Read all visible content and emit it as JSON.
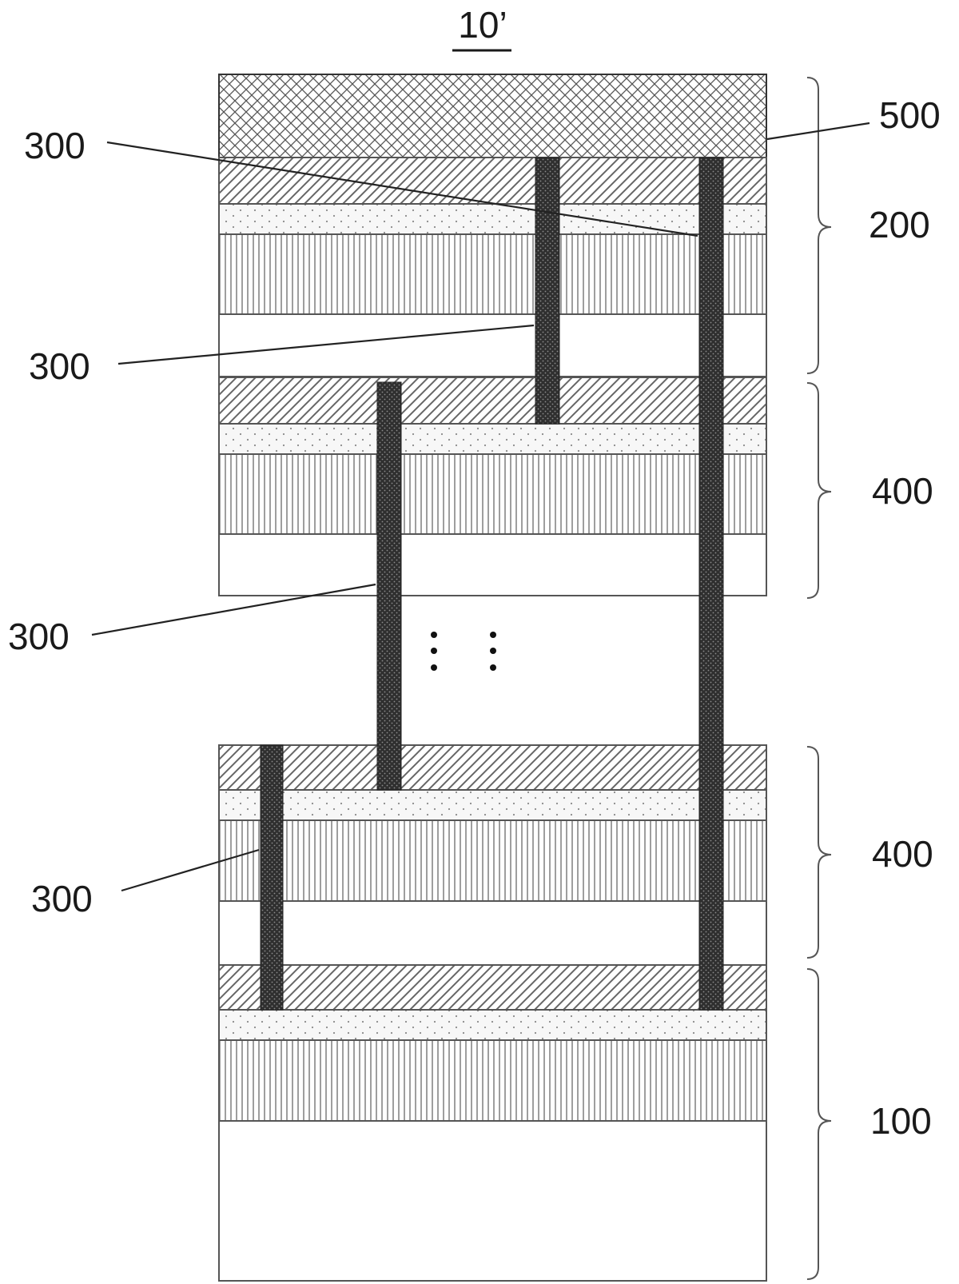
{
  "figure": {
    "title": "10’",
    "labels": {
      "cap_layer": "500",
      "top_stack": "200",
      "middle_stack_upper": "400",
      "middle_stack_lower": "400",
      "base_stack": "100",
      "via_1": "300",
      "via_2": "300",
      "via_3": "300",
      "via_4": "300"
    },
    "continuation_marks": "⋮ ⋮"
  },
  "colors": {
    "background": "#ffffff",
    "outline": "#555555",
    "hatch": "#6a6a6a",
    "via": "#333333",
    "text": "#1a1a1a"
  },
  "patterns": {
    "cap_layer": "crosshatch",
    "layer_1": "diagonal-hatch",
    "layer_2": "dotted",
    "layer_3": "vertical-lines",
    "layer_4": "blank",
    "via": "dark-stipple"
  }
}
